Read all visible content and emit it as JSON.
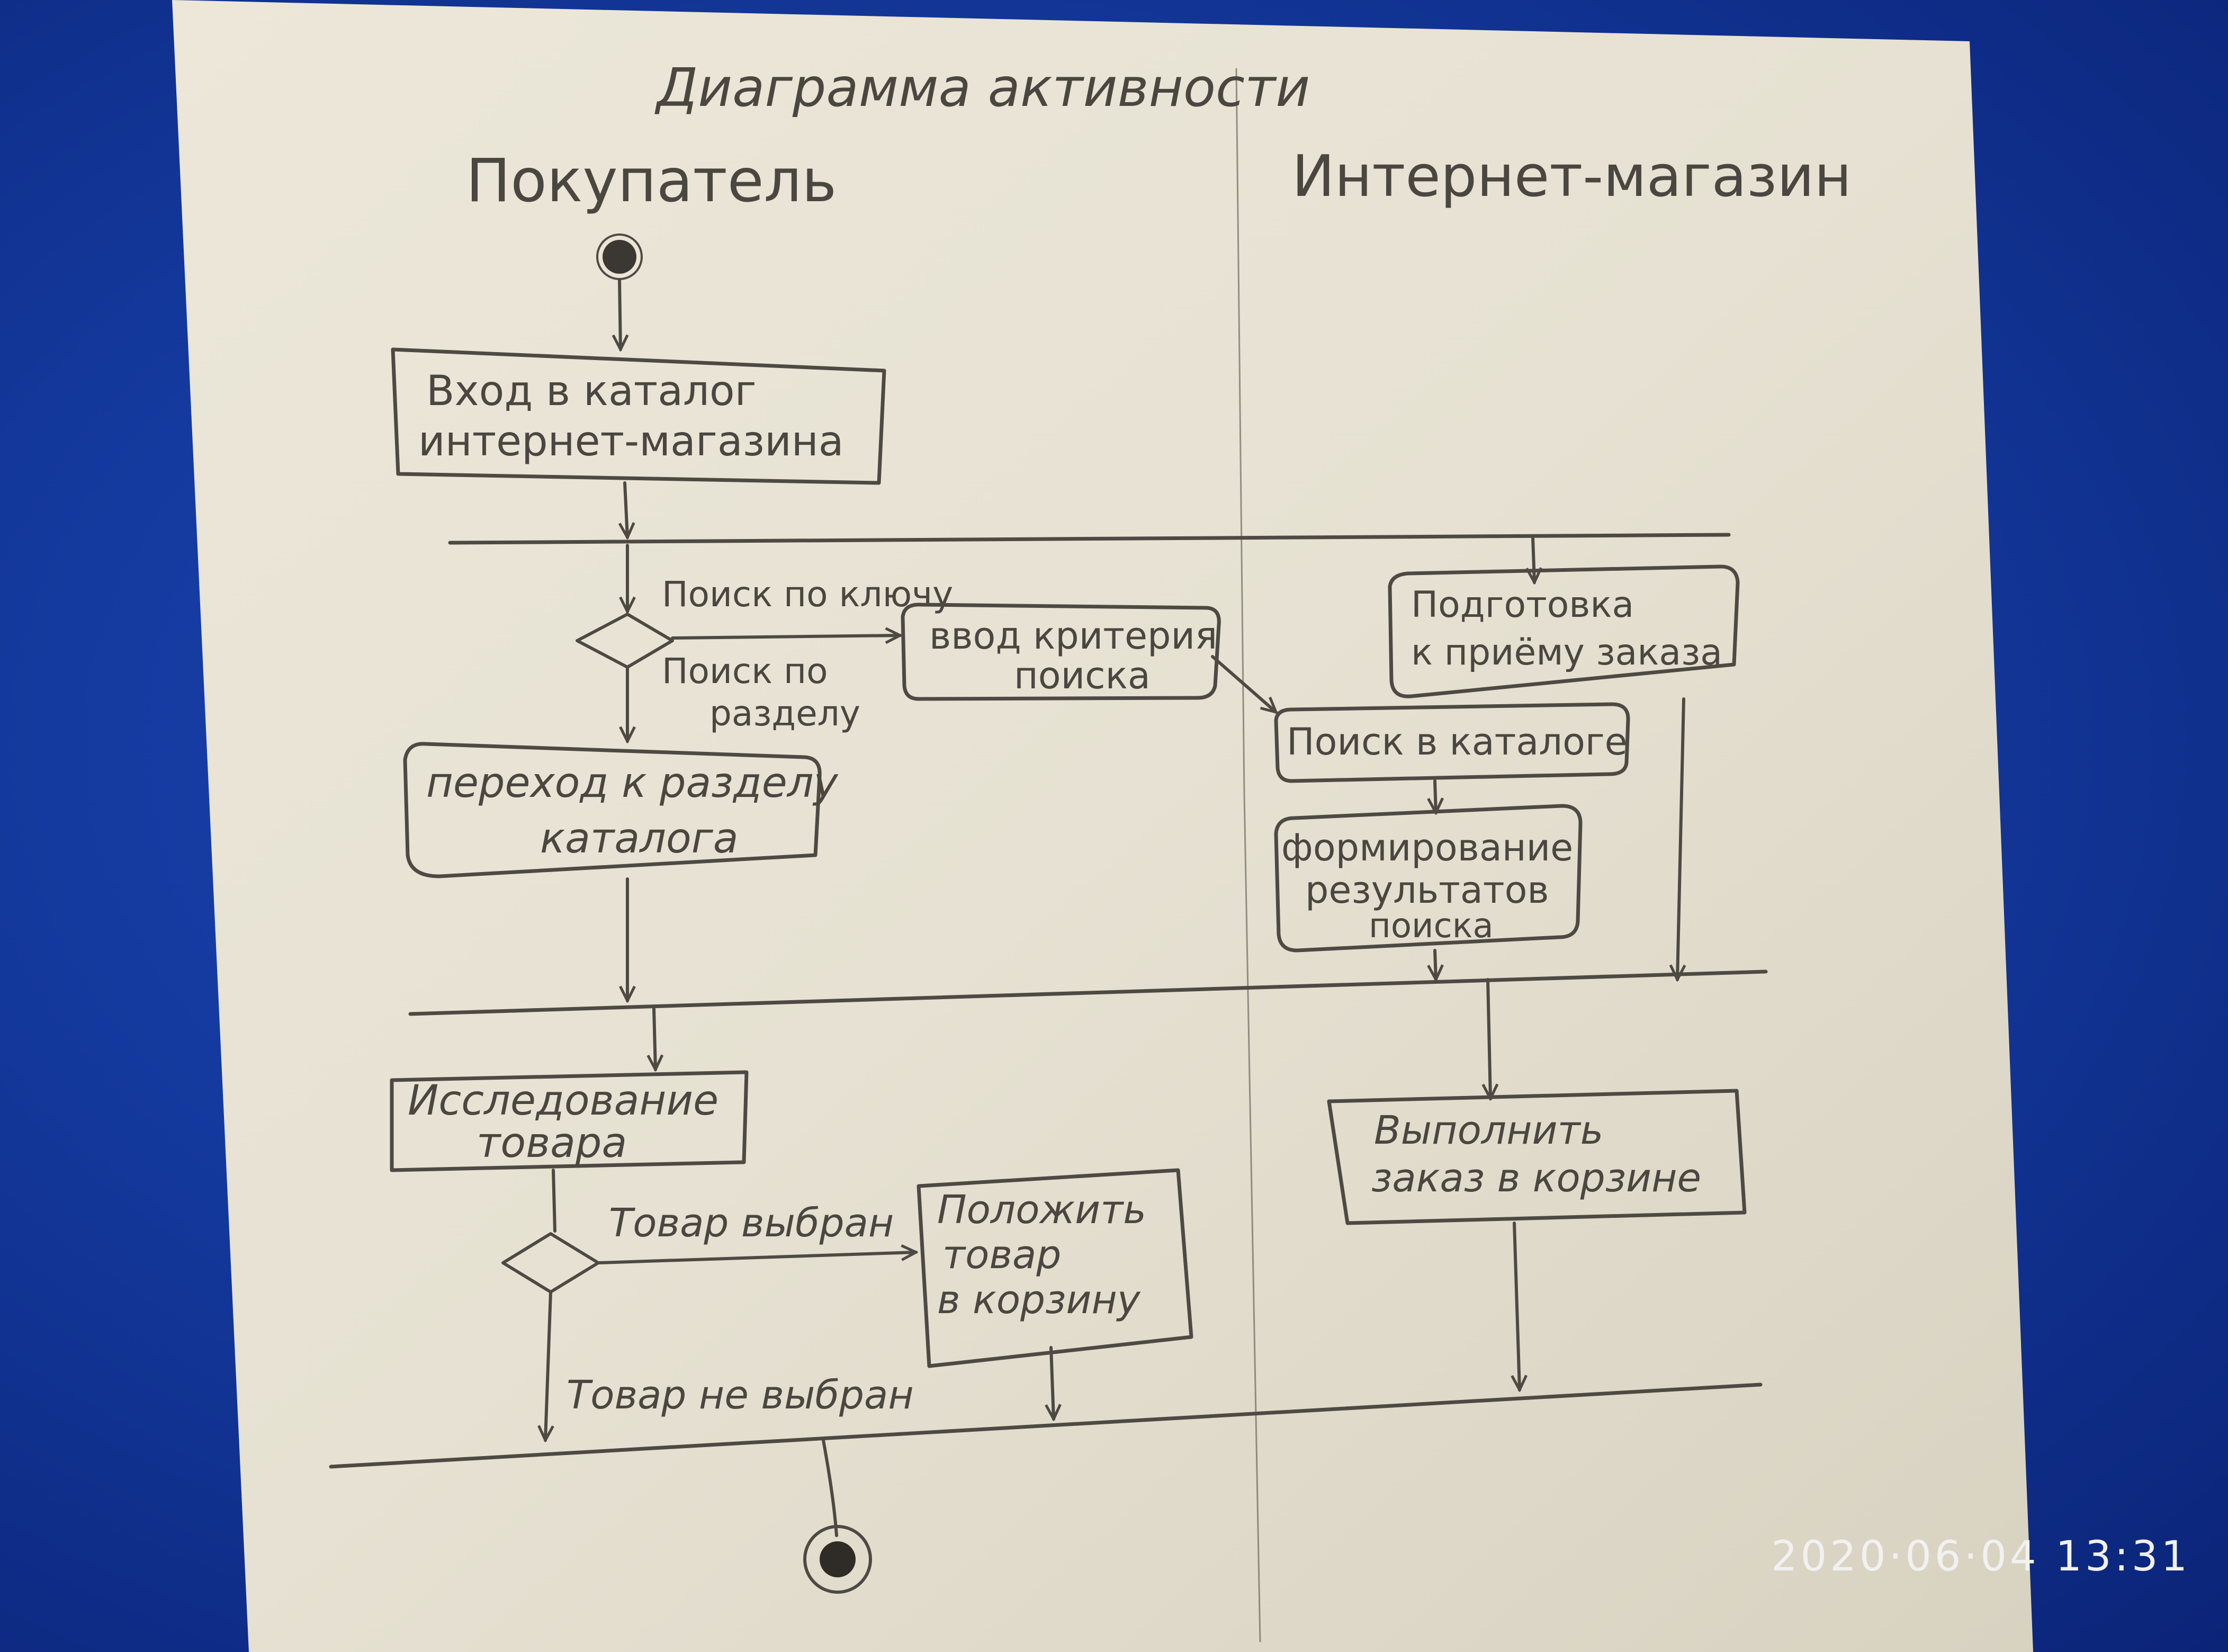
{
  "diagram": {
    "title": "Диаграмма активности",
    "lanes": {
      "buyer": "Покупатель",
      "store": "Интернет-магазин"
    },
    "actions": {
      "enter_catalog": [
        "Вход в каталог",
        "интернет-магазина"
      ],
      "enter_criteria": [
        "ввод критерия",
        "поиска"
      ],
      "go_to_section": [
        "переход к разделу",
        "каталога"
      ],
      "prepare_order": [
        "Подготовка",
        "к приёму заказа"
      ],
      "search_catalog": [
        "Поиск в каталоге"
      ],
      "form_results": [
        "формирование",
        "результатов",
        "поиска"
      ],
      "examine_item": [
        "Исследование",
        "товара"
      ],
      "put_in_cart": [
        "Положить",
        "товар",
        "в корзину"
      ],
      "fulfill_order": [
        "Выполнить",
        "заказ в корзине"
      ]
    },
    "guards": {
      "search_by_key": "Поиск по ключу",
      "search_by_section": [
        "Поиск по",
        "разделу"
      ],
      "item_selected": "Товар выбран",
      "item_not_selected": "Товар не выбран"
    }
  },
  "photo": {
    "timestamp": "2020·06·04  13:31"
  }
}
